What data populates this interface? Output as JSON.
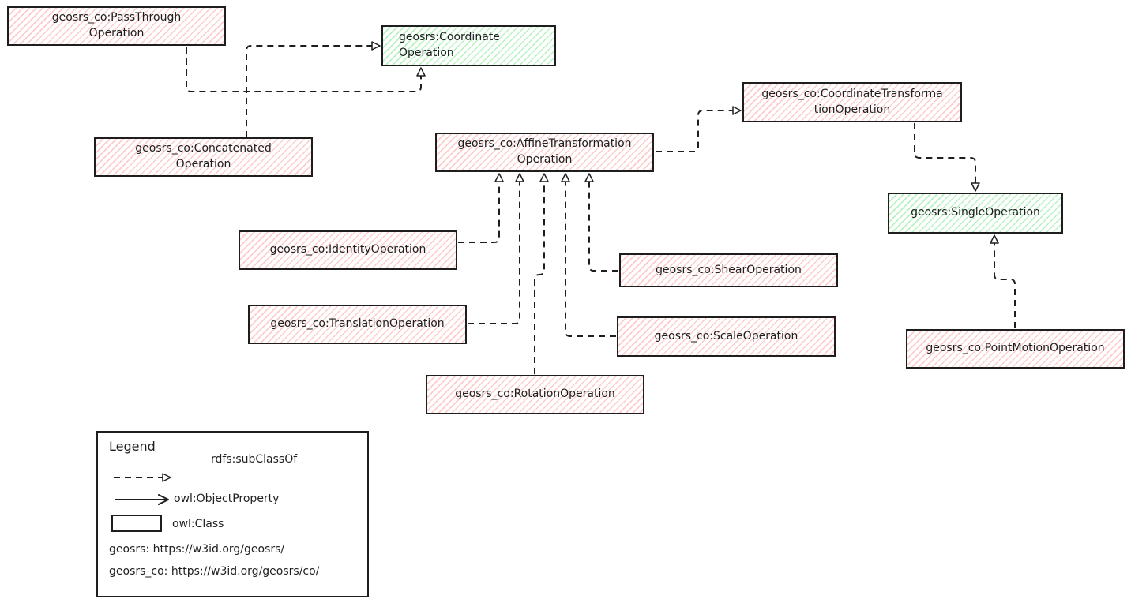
{
  "nodes": {
    "passthrough": "geosrs_co:PassThrough\nOperation",
    "coordinate_operation": "geosrs:Coordinate\nOperation",
    "concatenated": "geosrs_co:Concatenated\nOperation",
    "affine": "geosrs_co:AffineTransformation\nOperation",
    "coordinate_transformation": "geosrs_co:CoordinateTransforma\ntionOperation",
    "single_operation": "geosrs:SingleOperation",
    "identity": "geosrs_co:IdentityOperation",
    "shear": "geosrs_co:ShearOperation",
    "translation": "geosrs_co:TranslationOperation",
    "scale": "geosrs_co:ScaleOperation",
    "rotation": "geosrs_co:RotationOperation",
    "point_motion": "geosrs_co:PointMotionOperation"
  },
  "legend": {
    "title": "Legend",
    "subclass_label": "rdfs:subClassOf",
    "object_property_label": "owl:ObjectProperty",
    "class_label": "owl:Class",
    "prefix_geosrs": "geosrs: https://w3id.org/geosrs/",
    "prefix_geosrs_co": "geosrs_co: https://w3id.org/geosrs/co/"
  },
  "colors": {
    "pink_hatch": "#ffc9c9",
    "green_hatch": "#b2f2bb",
    "stroke": "#1e1e1e"
  }
}
